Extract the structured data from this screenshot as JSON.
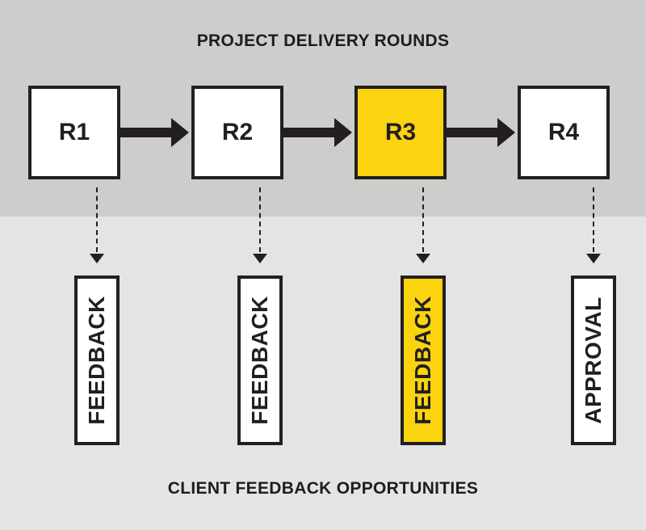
{
  "header": {
    "title": "PROJECT DELIVERY ROUNDS"
  },
  "footer": {
    "title": "CLIENT FEEDBACK OPPORTUNITIES"
  },
  "rounds": [
    {
      "label": "R1",
      "highlighted": false
    },
    {
      "label": "R2",
      "highlighted": false
    },
    {
      "label": "R3",
      "highlighted": true
    },
    {
      "label": "R4",
      "highlighted": false
    }
  ],
  "outcomes": [
    {
      "label": "FEEDBACK",
      "highlighted": false
    },
    {
      "label": "FEEDBACK",
      "highlighted": false
    },
    {
      "label": "FEEDBACK",
      "highlighted": true
    },
    {
      "label": "APPROVAL",
      "highlighted": false
    }
  ],
  "colors": {
    "top_band": "#cdcdcb",
    "bottom_band": "#e3e4e6",
    "highlight": "#f9d40f",
    "ink": "#231f20",
    "box_fill": "#ffffff"
  }
}
